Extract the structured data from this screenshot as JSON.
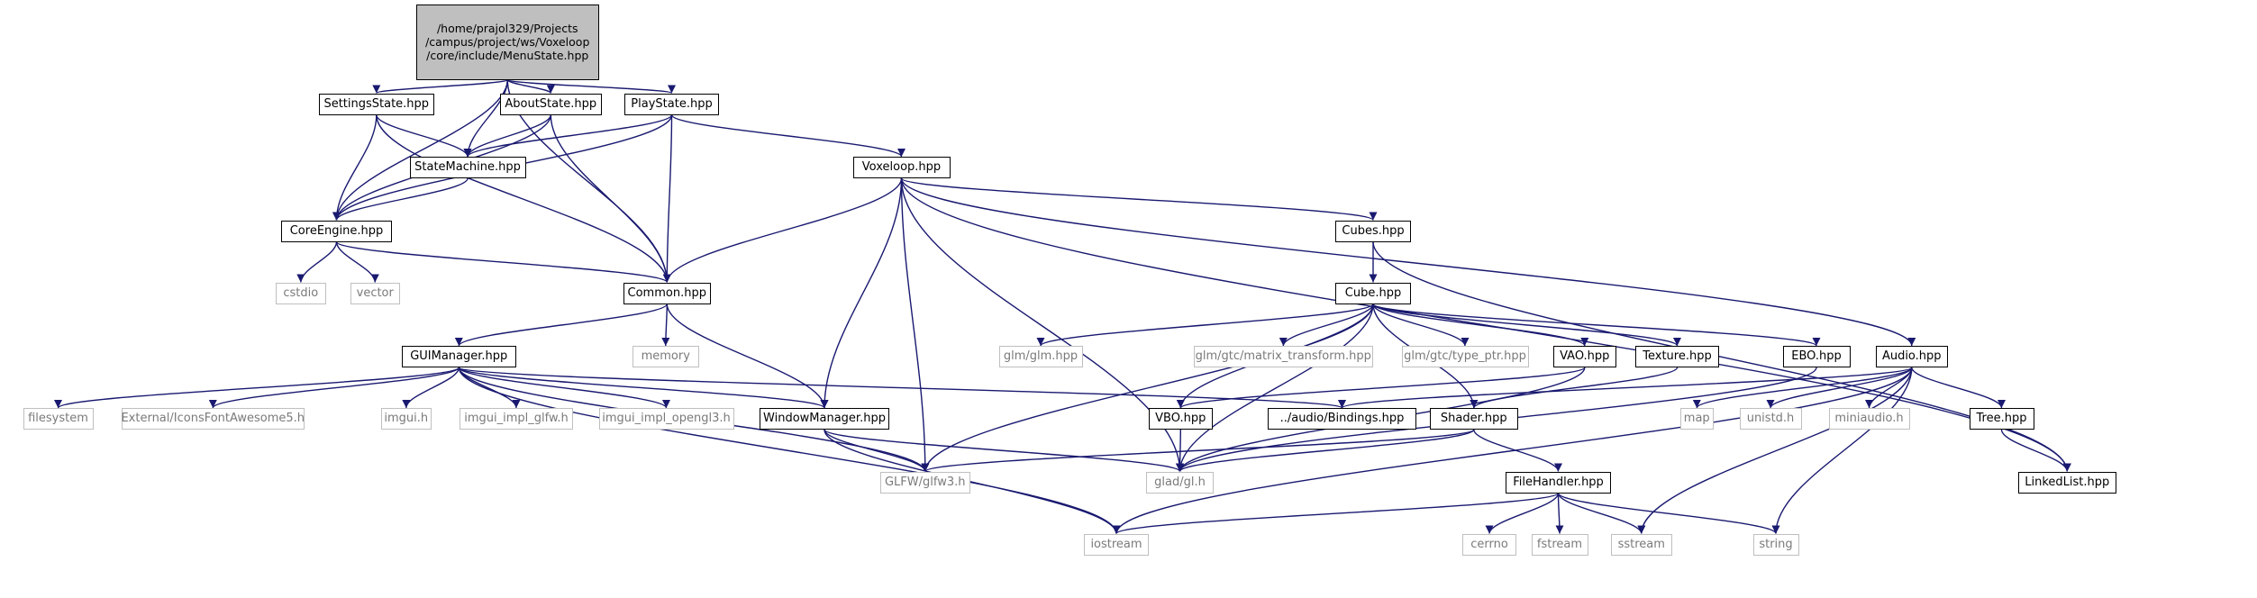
{
  "colors": {
    "edge": "#191970",
    "node_border": "#000000",
    "external_border": "#bfbfbf",
    "external_text": "#7a7a7a",
    "root_fill": "#bfbfbf"
  },
  "nodes": {
    "menustate": "/home/prajol329/Projects\n/campus/project/ws/Voxeloop\n/core/include/MenuState.hpp",
    "settingsstate": "SettingsState.hpp",
    "aboutstate": "AboutState.hpp",
    "playstate": "PlayState.hpp",
    "statemachine": "StateMachine.hpp",
    "voxeloop": "Voxeloop.hpp",
    "coreengine": "CoreEngine.hpp",
    "cstdio": "cstdio",
    "vector": "vector",
    "common": "Common.hpp",
    "cubes": "Cubes.hpp",
    "cube": "Cube.hpp",
    "memory": "memory",
    "guimanager": "GUIManager.hpp",
    "glm_glm": "glm/glm.hpp",
    "glm_mt": "glm/gtc/matrix_transform.hpp",
    "glm_tp": "glm/gtc/type_ptr.hpp",
    "vao": "VAO.hpp",
    "texture": "Texture.hpp",
    "ebo": "EBO.hpp",
    "audio": "Audio.hpp",
    "filesystem": "filesystem",
    "iconsfont": "External/IconsFontAwesome5.h",
    "imgui_h": "imgui.h",
    "imgui_glfw": "imgui_impl_glfw.h",
    "imgui_opengl3": "imgui_impl_opengl3.h",
    "windowmanager": "WindowManager.hpp",
    "vbo": "VBO.hpp",
    "bindings": "../audio/Bindings.hpp",
    "shader": "Shader.hpp",
    "map": "map",
    "unistd": "unistd.h",
    "miniaudio": "miniaudio.h",
    "tree": "Tree.hpp",
    "glfw3": "GLFW/glfw3.h",
    "gladgl": "glad/gl.h",
    "filehandler": "FileHandler.hpp",
    "linkedlist": "LinkedList.hpp",
    "iostream": "iostream",
    "cerrno": "cerrno",
    "fstream": "fstream",
    "sstream": "sstream",
    "string": "string"
  },
  "edges": [
    [
      "menustate",
      "settingsstate"
    ],
    [
      "menustate",
      "aboutstate"
    ],
    [
      "menustate",
      "playstate"
    ],
    [
      "menustate",
      "statemachine"
    ],
    [
      "menustate",
      "coreengine"
    ],
    [
      "menustate",
      "common"
    ],
    [
      "settingsstate",
      "statemachine"
    ],
    [
      "settingsstate",
      "coreengine"
    ],
    [
      "settingsstate",
      "common"
    ],
    [
      "aboutstate",
      "statemachine"
    ],
    [
      "aboutstate",
      "coreengine"
    ],
    [
      "aboutstate",
      "common"
    ],
    [
      "playstate",
      "statemachine"
    ],
    [
      "playstate",
      "coreengine"
    ],
    [
      "playstate",
      "common"
    ],
    [
      "playstate",
      "voxeloop"
    ],
    [
      "statemachine",
      "coreengine"
    ],
    [
      "coreengine",
      "cstdio"
    ],
    [
      "coreengine",
      "vector"
    ],
    [
      "coreengine",
      "common"
    ],
    [
      "voxeloop",
      "common"
    ],
    [
      "voxeloop",
      "cubes"
    ],
    [
      "voxeloop",
      "audio"
    ],
    [
      "voxeloop",
      "linkedlist"
    ],
    [
      "voxeloop",
      "windowmanager"
    ],
    [
      "voxeloop",
      "glfw3"
    ],
    [
      "voxeloop",
      "gladgl"
    ],
    [
      "common",
      "memory"
    ],
    [
      "common",
      "guimanager"
    ],
    [
      "common",
      "windowmanager"
    ],
    [
      "cubes",
      "cube"
    ],
    [
      "cubes",
      "linkedlist"
    ],
    [
      "cube",
      "glm_glm"
    ],
    [
      "cube",
      "glm_mt"
    ],
    [
      "cube",
      "glm_tp"
    ],
    [
      "cube",
      "vao"
    ],
    [
      "cube",
      "texture"
    ],
    [
      "cube",
      "ebo"
    ],
    [
      "cube",
      "vbo"
    ],
    [
      "cube",
      "gladgl"
    ],
    [
      "cube",
      "glfw3"
    ],
    [
      "cube",
      "shader"
    ],
    [
      "guimanager",
      "filesystem"
    ],
    [
      "guimanager",
      "iconsfont"
    ],
    [
      "guimanager",
      "imgui_h"
    ],
    [
      "guimanager",
      "imgui_glfw"
    ],
    [
      "guimanager",
      "imgui_opengl3"
    ],
    [
      "guimanager",
      "windowmanager"
    ],
    [
      "guimanager",
      "bindings"
    ],
    [
      "guimanager",
      "glfw3"
    ],
    [
      "guimanager",
      "iostream"
    ],
    [
      "vao",
      "vbo"
    ],
    [
      "vao",
      "gladgl"
    ],
    [
      "texture",
      "shader"
    ],
    [
      "ebo",
      "gladgl"
    ],
    [
      "audio",
      "bindings"
    ],
    [
      "audio",
      "map"
    ],
    [
      "audio",
      "unistd"
    ],
    [
      "audio",
      "miniaudio"
    ],
    [
      "audio",
      "tree"
    ],
    [
      "audio",
      "string"
    ],
    [
      "audio",
      "sstream"
    ],
    [
      "audio",
      "iostream"
    ],
    [
      "windowmanager",
      "glfw3"
    ],
    [
      "windowmanager",
      "gladgl"
    ],
    [
      "windowmanager",
      "iostream"
    ],
    [
      "vbo",
      "gladgl"
    ],
    [
      "shader",
      "glfw3"
    ],
    [
      "shader",
      "gladgl"
    ],
    [
      "shader",
      "filehandler"
    ],
    [
      "tree",
      "linkedlist"
    ],
    [
      "filehandler",
      "iostream"
    ],
    [
      "filehandler",
      "cerrno"
    ],
    [
      "filehandler",
      "fstream"
    ],
    [
      "filehandler",
      "sstream"
    ],
    [
      "filehandler",
      "string"
    ]
  ]
}
